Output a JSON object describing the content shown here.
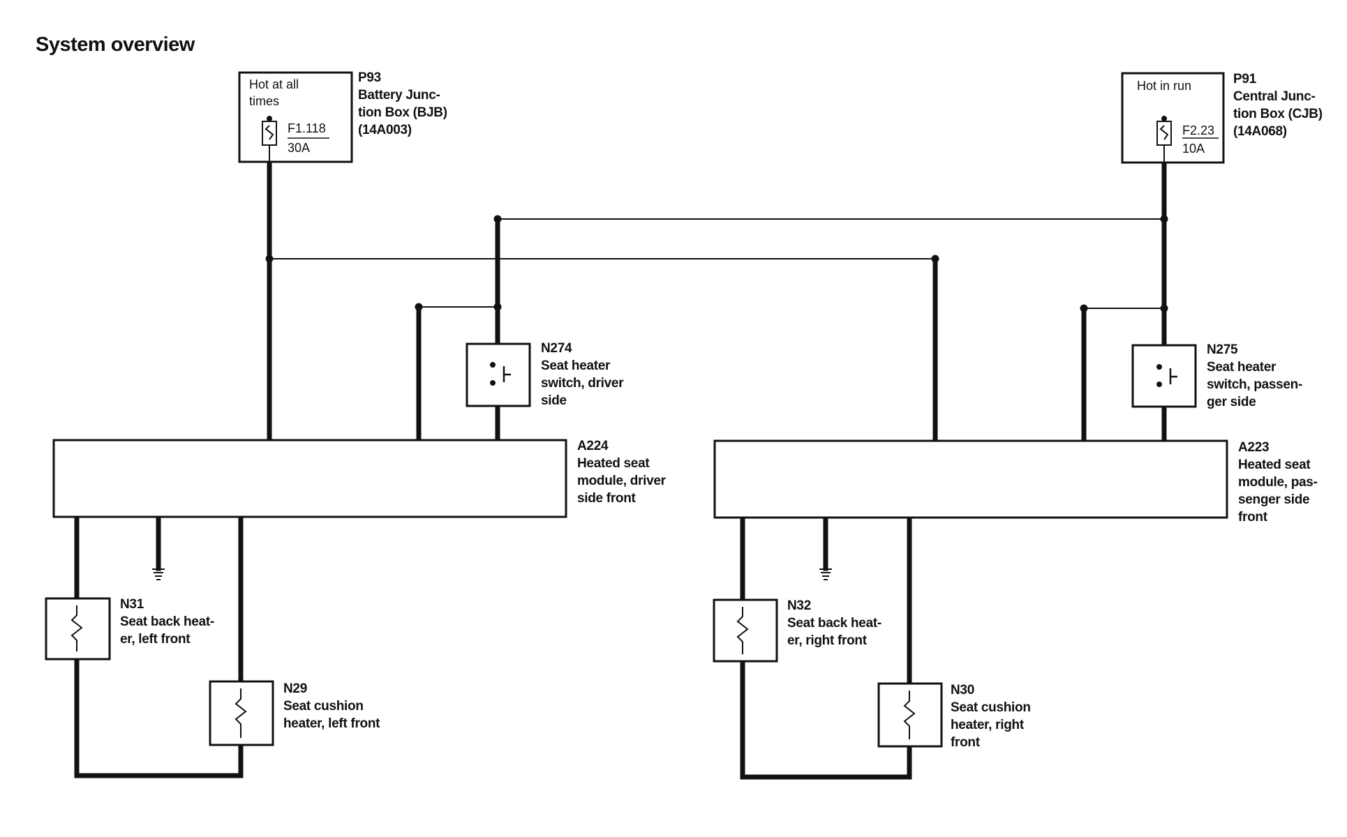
{
  "title": "System overview",
  "power": {
    "p93": {
      "id": "P93",
      "desc": [
        "Battery Junc-",
        "tion Box (BJB)",
        "(14A003)"
      ],
      "state": [
        "Hot at all",
        "times"
      ],
      "fuse_id": "F1.118",
      "fuse_amp": "30A"
    },
    "p91": {
      "id": "P91",
      "desc": [
        "Central Junc-",
        "tion Box (CJB)",
        "(14A068)"
      ],
      "state": [
        "Hot in run"
      ],
      "fuse_id": "F2.23",
      "fuse_amp": "10A"
    }
  },
  "switches": {
    "n274": {
      "id": "N274",
      "desc": [
        "Seat heater",
        "switch, driver",
        "side"
      ]
    },
    "n275": {
      "id": "N275",
      "desc": [
        "Seat heater",
        "switch, passen-",
        "ger side"
      ]
    }
  },
  "modules": {
    "a224": {
      "id": "A224",
      "desc": [
        "Heated seat",
        "module, driver",
        "side front"
      ]
    },
    "a223": {
      "id": "A223",
      "desc": [
        "Heated seat",
        "module, pas-",
        "senger side",
        "front"
      ]
    }
  },
  "heaters": {
    "n31": {
      "id": "N31",
      "desc": [
        "Seat back heat-",
        "er, left front"
      ]
    },
    "n29": {
      "id": "N29",
      "desc": [
        "Seat cushion",
        "heater, left front"
      ]
    },
    "n32": {
      "id": "N32",
      "desc": [
        "Seat back heat-",
        "er, right front"
      ]
    },
    "n30": {
      "id": "N30",
      "desc": [
        "Seat cushion",
        "heater, right",
        "front"
      ]
    }
  }
}
